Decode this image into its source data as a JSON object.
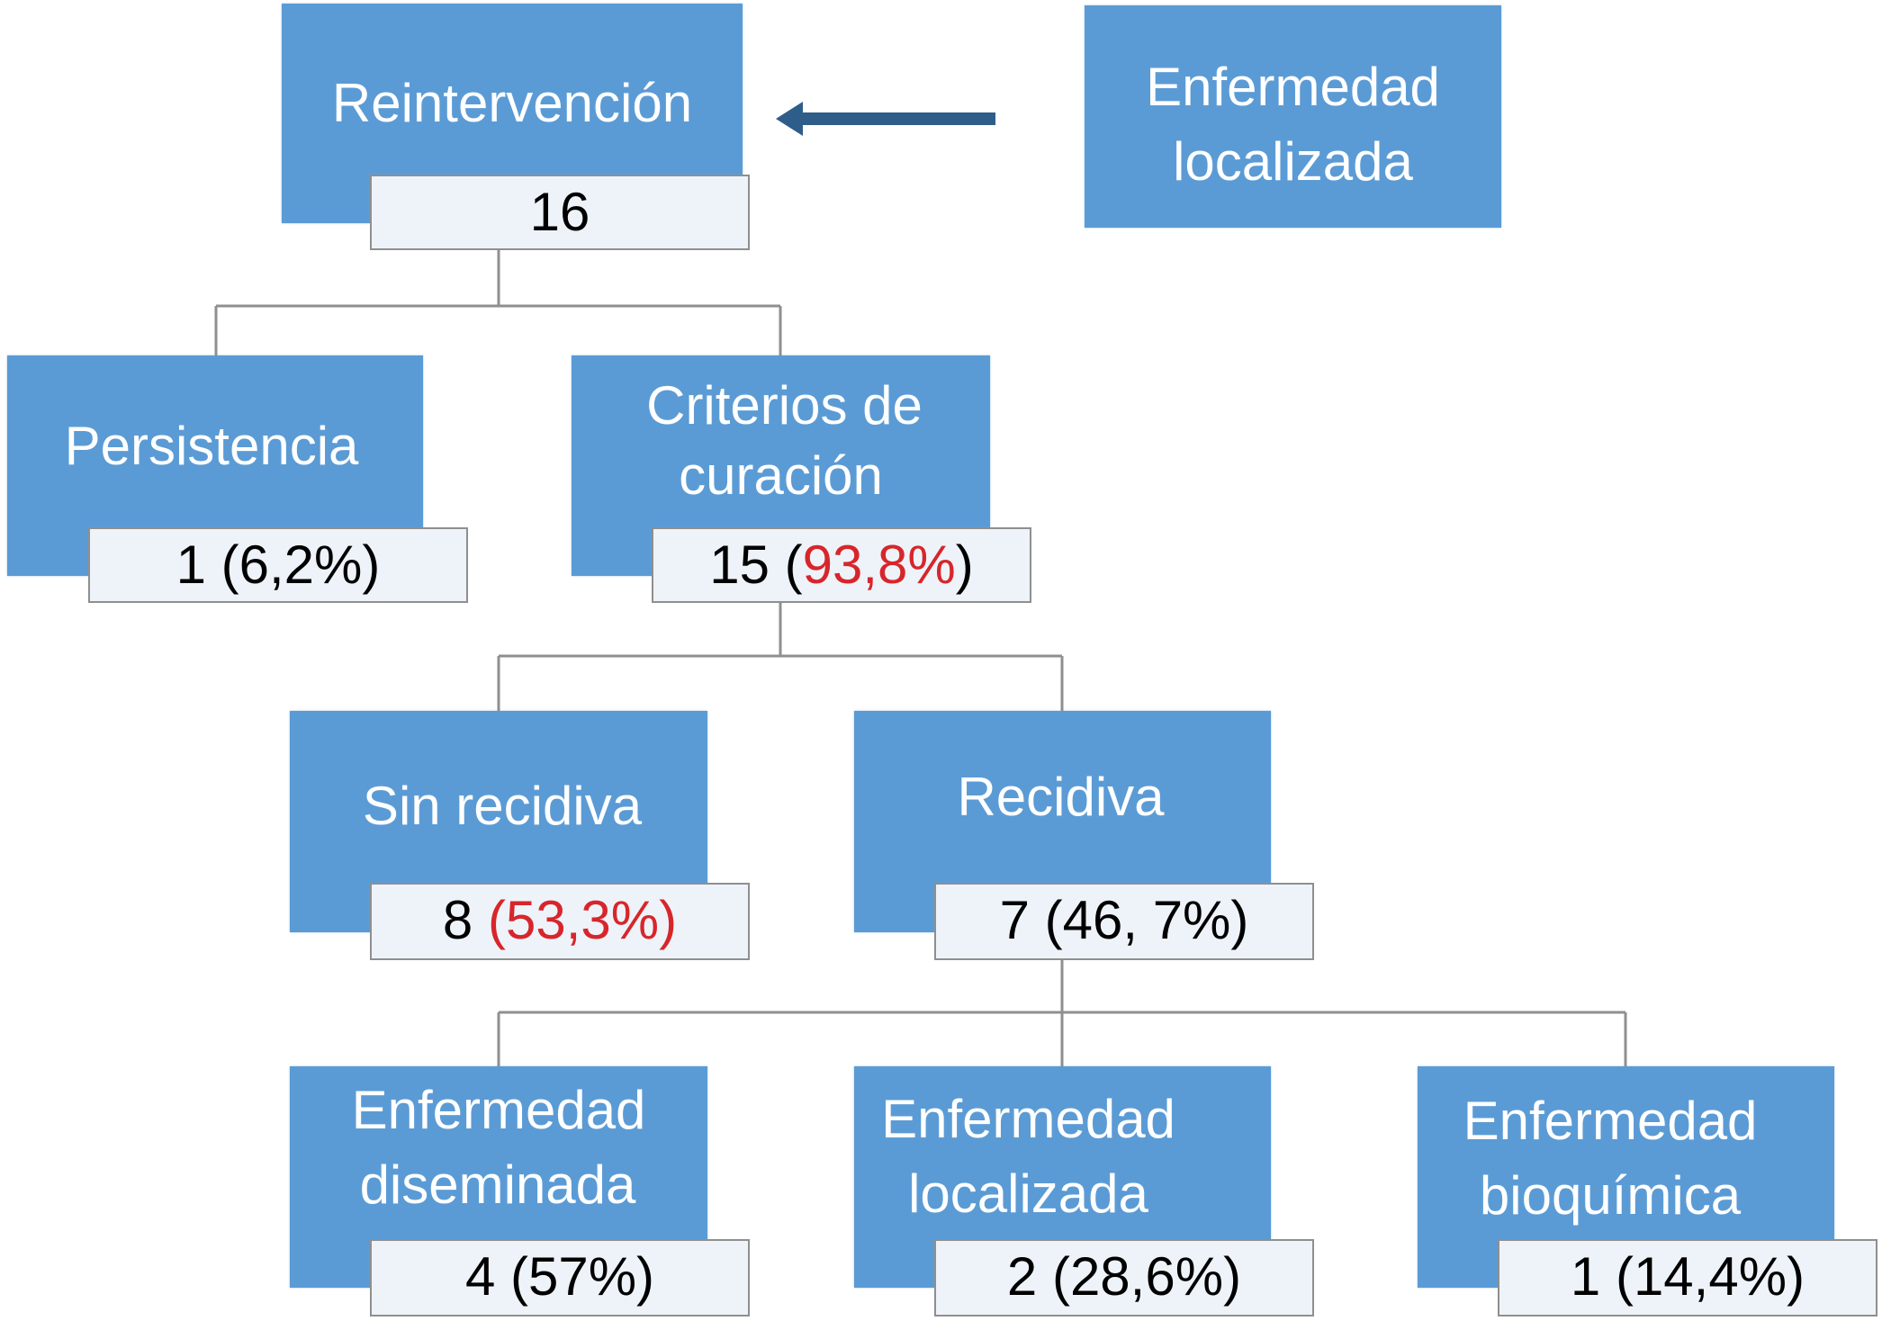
{
  "colors": {
    "box_fill": "#5b9bd5",
    "box_text": "#ffffff",
    "count_fill": "#eef3f9",
    "count_border": "#8f8f8f",
    "connector": "#8f8f8f",
    "highlight": "#d7262b",
    "arrow": "#2f5d8a"
  },
  "nodes": {
    "reintervencion": {
      "label": "Reintervención",
      "count": "16"
    },
    "legend": {
      "label_line1": "Enfermedad",
      "label_line2": "localizada"
    },
    "persistencia": {
      "label": "Persistencia",
      "count": "1 (6,2%)"
    },
    "criterios": {
      "label_line1": "Criterios de",
      "label_line2": "curación",
      "count_n": "15 (",
      "count_pct": "93,8%",
      "count_close": ")"
    },
    "sin_recidiva": {
      "label": "Sin recidiva",
      "count_n": "8 ",
      "count_pct": "(53,3%)"
    },
    "recidiva": {
      "label": "Recidiva",
      "count": "7 (46, 7%)"
    },
    "diseminada": {
      "label_line1": "Enfermedad",
      "label_line2": "diseminada",
      "count": "4 (57%)"
    },
    "localizada": {
      "label_line1": "Enfermedad",
      "label_line2": "localizada",
      "count": "2 (28,6%)"
    },
    "bioquimica": {
      "label_line1": "Enfermedad",
      "label_line2": "bioquímica",
      "count": "1 (14,4%)"
    }
  }
}
